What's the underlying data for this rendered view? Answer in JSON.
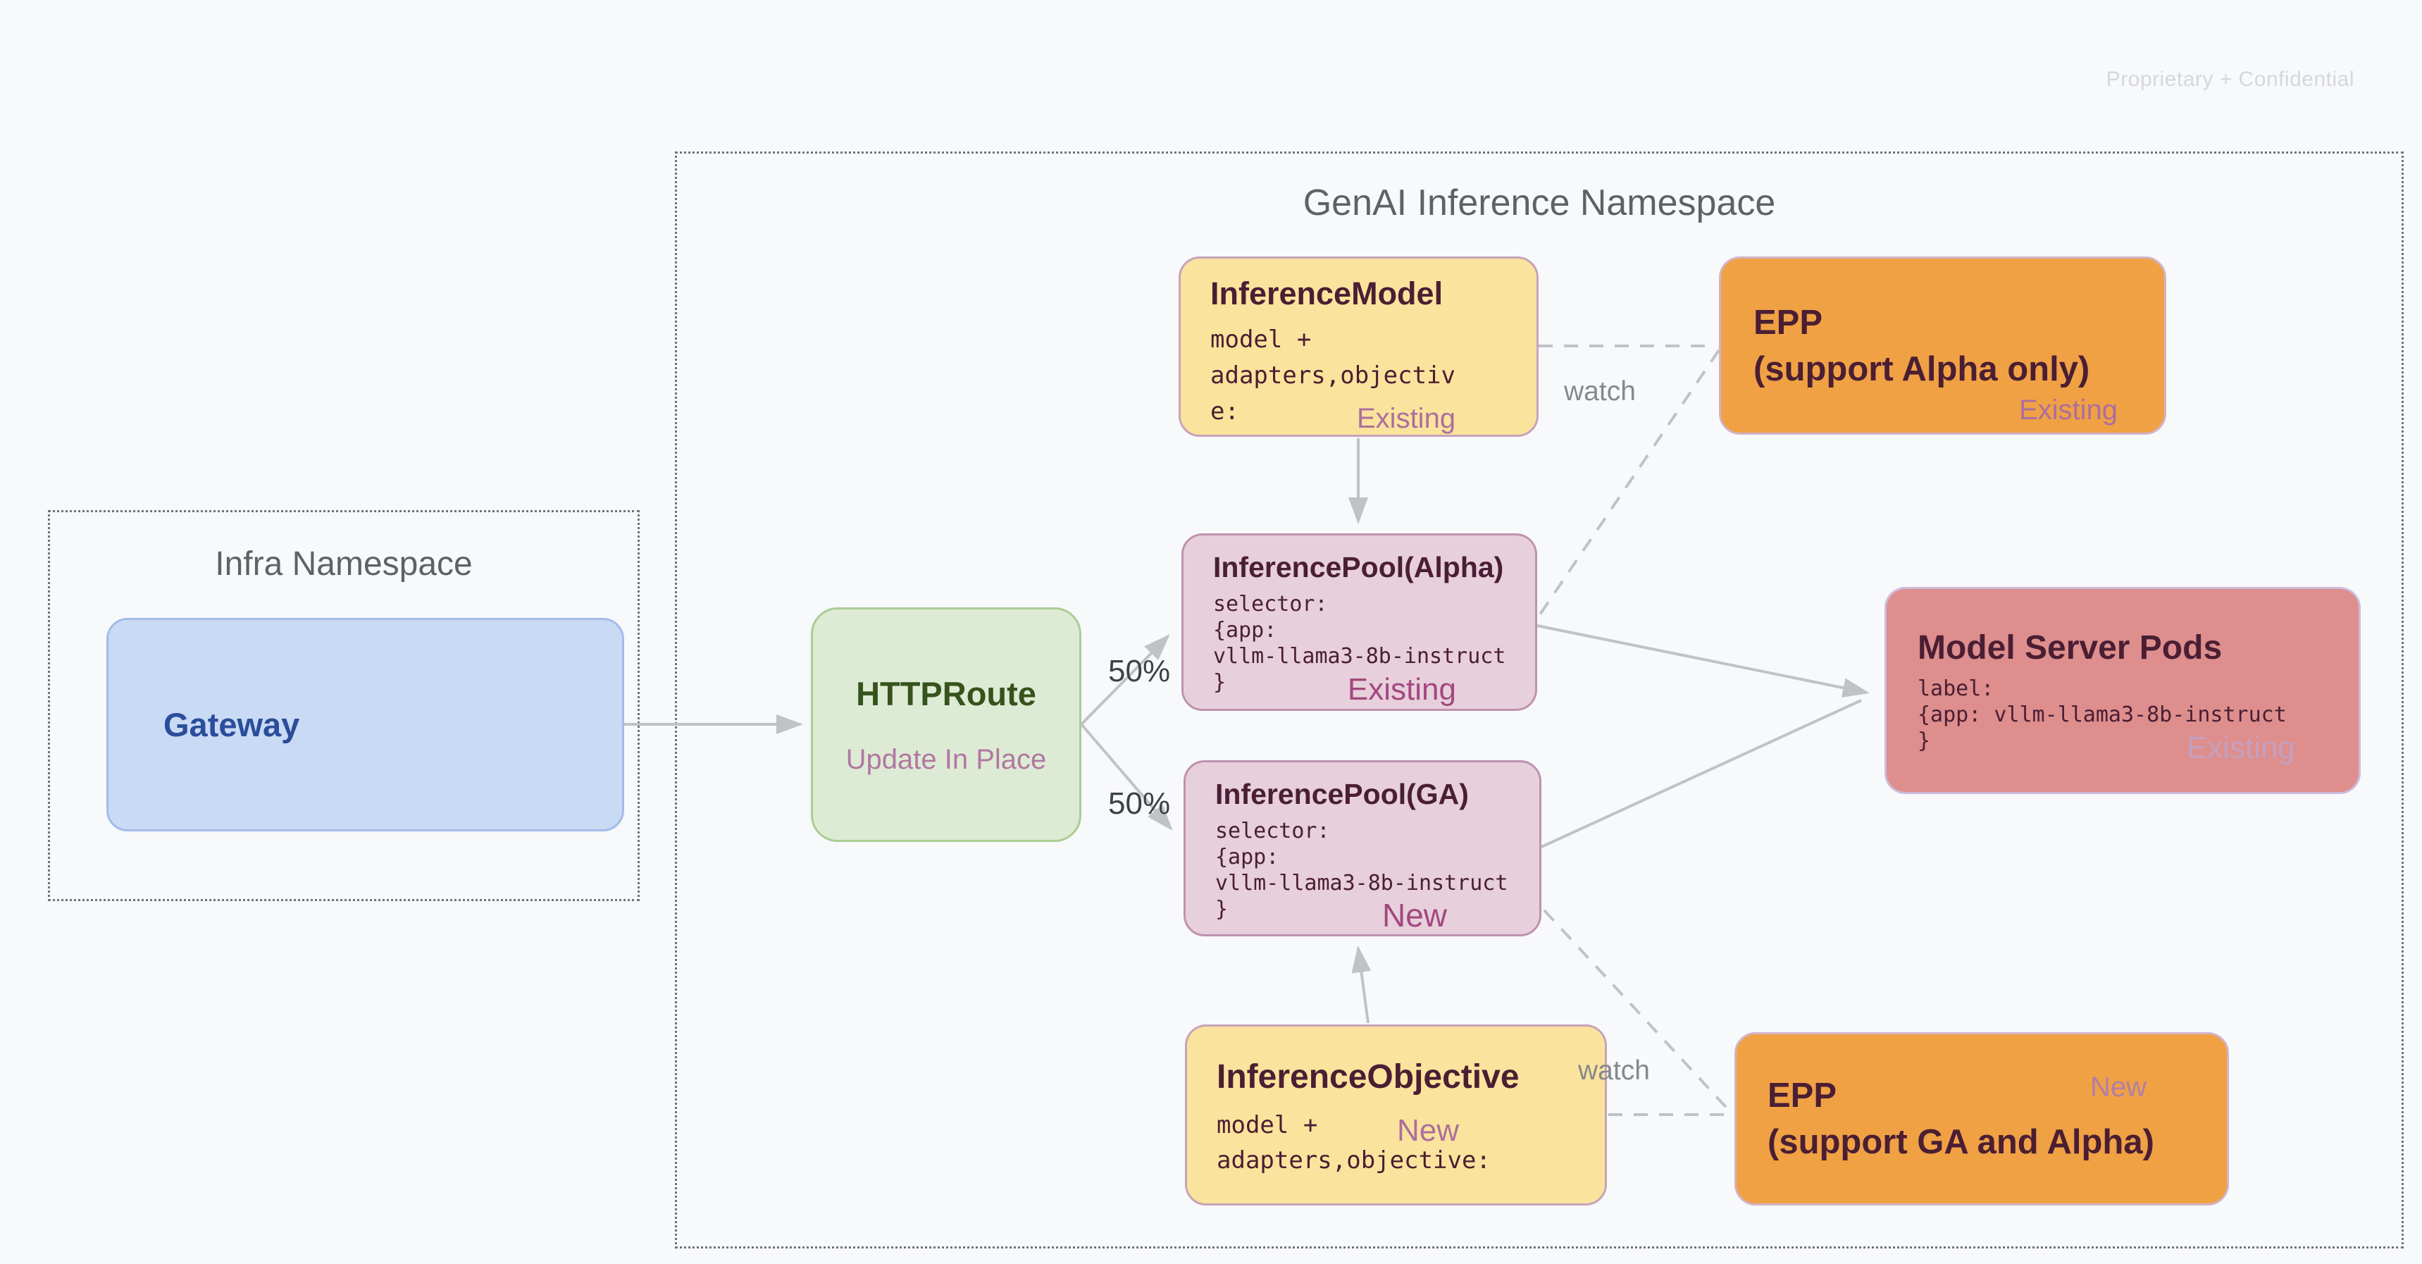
{
  "slide": {
    "watermark": "Proprietary + Confidential"
  },
  "infra_namespace": {
    "title": "Infra Namespace",
    "gateway": {
      "title": "Gateway"
    }
  },
  "genai_namespace": {
    "title": "GenAI Inference Namespace",
    "httproute": {
      "title": "HTTPRoute",
      "status": "Update In Place"
    },
    "inference_model": {
      "title": "InferenceModel",
      "code": "model +\nadapters,objectiv\ne:",
      "status": "Existing"
    },
    "epp_alpha": {
      "title": "EPP\n(support Alpha only)",
      "status": "Existing"
    },
    "inference_pool_alpha": {
      "title": "InferencePool(Alpha)",
      "code": "selector:\n{app:\nvllm-llama3-8b-instruct\n}",
      "status": "Existing"
    },
    "inference_pool_ga": {
      "title": "InferencePool(GA)",
      "code": "selector:\n{app:\nvllm-llama3-8b-instruct\n}",
      "status": "New"
    },
    "model_server_pods": {
      "title": "Model Server Pods",
      "code": "label:\n{app: vllm-llama3-8b-instruct\n}",
      "status": "Existing"
    },
    "inference_objective": {
      "title": "InferenceObjective",
      "code": "model +\nadapters,objective:",
      "status": "New"
    },
    "epp_ga": {
      "title": "EPP\n(support GA and Alpha)",
      "status": "New"
    },
    "edge_labels": {
      "watch_top": "watch",
      "watch_bottom": "watch",
      "split_alpha": "50%",
      "split_ga": "50%"
    }
  },
  "colors": {
    "background": "#F8F9FB",
    "yellow_node": "#FAE39C",
    "orange_node": "#F0A144",
    "pink_node": "#E7CFDC",
    "salmon_node": "#DD8E8D",
    "green_node": "#DEEBD4",
    "blue_node": "#C9DAF4",
    "node_text": "#4A1E33",
    "status_text": "#AC6F9E",
    "edge_gray": "#BFC2C6"
  }
}
